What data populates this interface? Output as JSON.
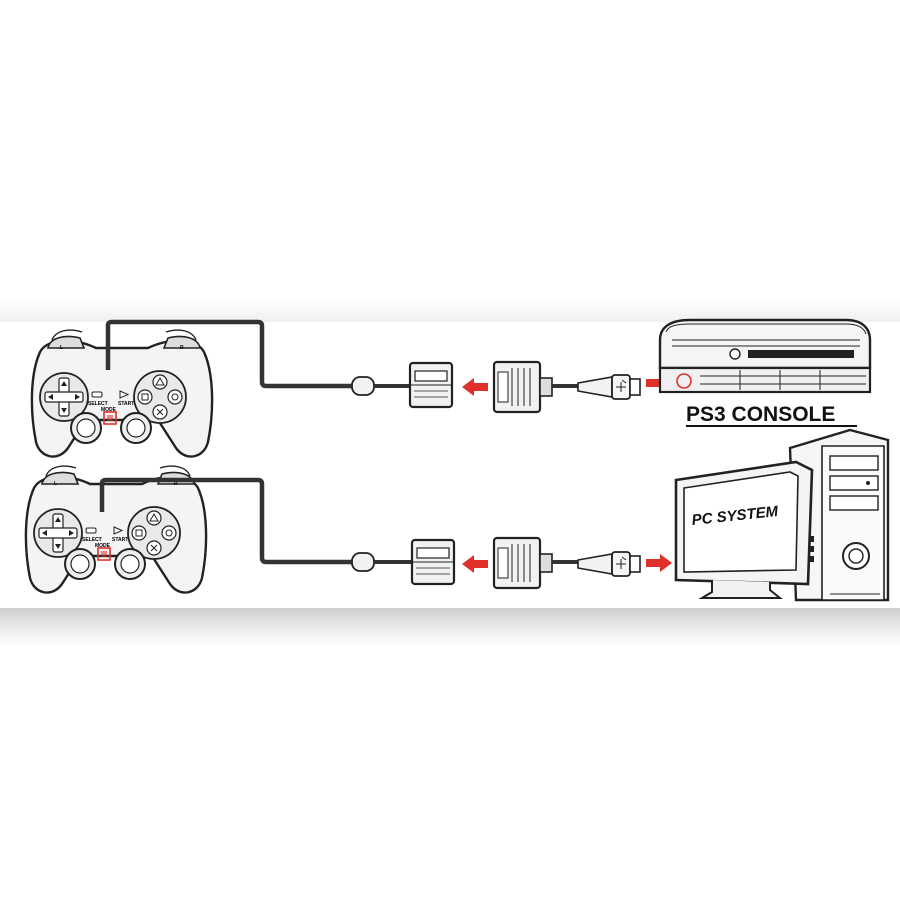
{
  "ps3_label": "PS3 CONSOLE",
  "pc_label": "PC SYSTEM",
  "controller_labels": {
    "select": "SELECT",
    "start": "START",
    "mode": "MODE",
    "left": "L",
    "right": "R"
  },
  "colors": {
    "arrow": "#e0302a",
    "ink": "#1a1a1a",
    "outline": "#333333",
    "highlight": "#e0302a"
  },
  "icons": [
    "gamepad-icon",
    "ps2-connector-icon",
    "usb-plug-icon",
    "ps3-console-icon",
    "pc-tower-icon",
    "monitor-icon",
    "arrow-left-icon",
    "arrow-right-icon"
  ]
}
